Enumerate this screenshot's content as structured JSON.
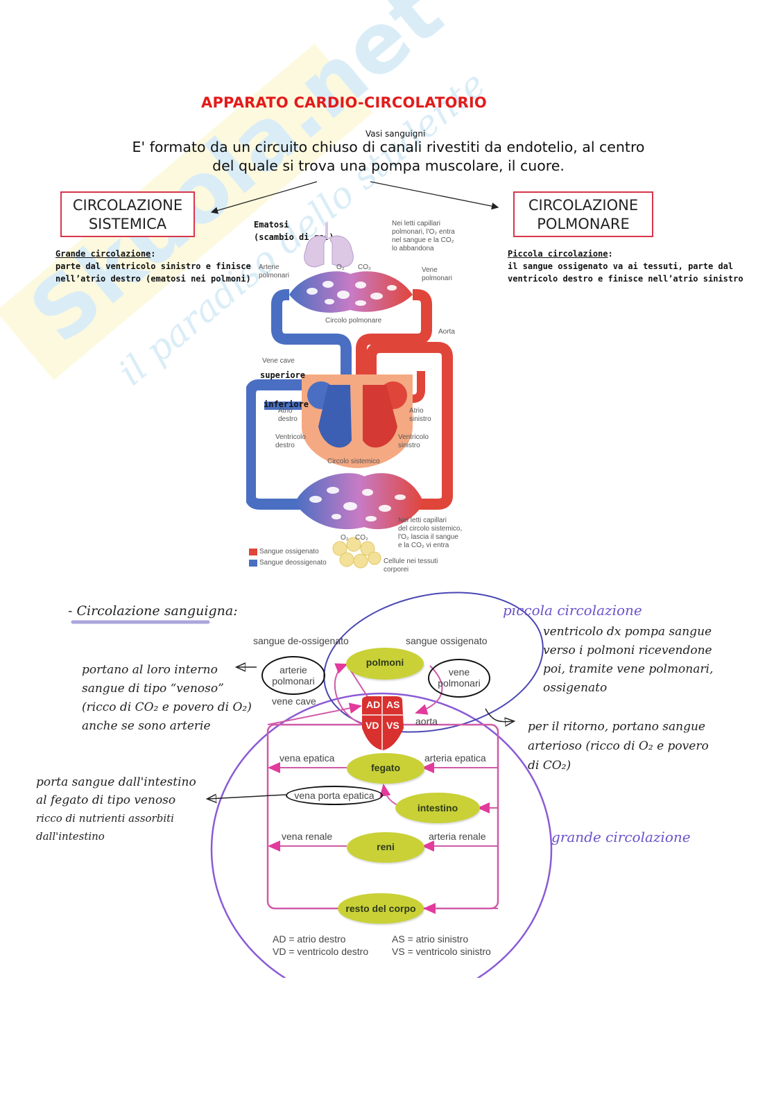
{
  "watermark": {
    "brand": "Skuola.net",
    "tagline": "il paradiso dello studente"
  },
  "header": {
    "title": "APPARATO CARDIO-CIRCOLATORIO",
    "annotation": "Vasi sanguigni",
    "intro_line1": "E' formato da un circuito chiuso di canali rivestiti da endotelio, al centro",
    "intro_line2": "del quale si trova una pompa muscolare, il cuore."
  },
  "boxes": {
    "sistemica": {
      "line1": "CIRCOLAZIONE",
      "line2": "SISTEMICA"
    },
    "polmonare": {
      "line1": "CIRCOLAZIONE",
      "line2": "POLMONARE"
    }
  },
  "notes": {
    "left": {
      "heading": "Grande circolazione",
      "line1": "parte dal ventricolo sinistro e finisce",
      "line2": "nell’atrio destro (ematosi nei polmoni)"
    },
    "right": {
      "heading": "Piccola circolazione",
      "line1": "il sangue ossigenato va ai tessuti, parte dal",
      "line2": "ventricolo destro e finisce nell’atrio sinistro"
    },
    "ematosi_line1": "Ematosi",
    "ematosi_line2": "(scambio di gas)"
  },
  "illustration": {
    "lungs_note": [
      "Nei letti capillari",
      "polmonari, l'O₂ entra",
      "nel sangue e la CO₂",
      "lo abbandona"
    ],
    "arterie_polmonari": [
      "Arterie",
      "polmonari"
    ],
    "vene_polmonari": [
      "Vene",
      "polmonari"
    ],
    "o2": "O₂",
    "co2": "CO₂",
    "circolo_polmonare": "Circolo polmonare",
    "aorta": "Aorta",
    "vene_cave": "Vene cave",
    "superiore": "superiore",
    "inferiore": "inferiore",
    "atrio_destro": [
      "Atrio",
      "destro"
    ],
    "atrio_sinistro": [
      "Atrio",
      "sinistro"
    ],
    "ventricolo_destro": [
      "Ventricolo",
      "destro"
    ],
    "ventricolo_sinistro": [
      "Ventricolo",
      "sinistro"
    ],
    "circolo_sistemico": "Circolo sistemico",
    "systemic_note": [
      "Nei letti capillari",
      "del circolo sistemico,",
      "l'O₂ lascia il sangue",
      "e la CO₂ vi entra"
    ],
    "cells_note": [
      "Cellule nei tessuti",
      "corporei"
    ],
    "legend": [
      {
        "label": "Sangue ossigenato",
        "color": "#e0453a"
      },
      {
        "label": "Sangue deossigenato",
        "color": "#4a6fc2"
      }
    ]
  },
  "handwritten": {
    "section_title": "Circolazione sanguigna:",
    "arterie_note": [
      "portano al loro interno",
      "sangue di tipo “venoso”",
      "(ricco di CO₂ e povero di O₂)",
      "anche se sono arterie"
    ],
    "piccola_title": "piccola circolazione",
    "piccola_note": [
      "ventricolo dx pompa sangue",
      "verso i polmoni ricevendone",
      "poi, tramite vene polmonari,",
      "ossigenato"
    ],
    "vene_note": [
      "per il ritorno, portano sangue",
      "arterioso (ricco di O₂ e povero",
      "di CO₂)"
    ],
    "porta_note": [
      "porta sangue dall'intestino",
      "al fegato di tipo venoso",
      "ricco di nutrienti assorbiti",
      "dall'intestino"
    ],
    "grande_title": "grande circolazione"
  },
  "scheme": {
    "deossigenato": "sangue de-ossigenato",
    "ossigenato": "sangue ossigenato",
    "polmoni": "polmoni",
    "arterie_polmonari": [
      "arterie",
      "polmonari"
    ],
    "vene_polmonari": [
      "vene",
      "polmonari"
    ],
    "vene_cave": "vene cave",
    "aorta": "aorta",
    "heart": {
      "ad": "AD",
      "as": "AS",
      "vd": "VD",
      "vs": "VS"
    },
    "vena_epatica": "vena epatica",
    "arteria_epatica": "arteria epatica",
    "fegato": "fegato",
    "vena_porta": "vena porta epatica",
    "intestino": "intestino",
    "vena_renale": "vena renale",
    "arteria_renale": "arteria renale",
    "reni": "reni",
    "resto": "resto del corpo",
    "legend": {
      "ad": "AD = atrio destro",
      "vd": "VD = ventricolo destro",
      "as": "AS = atrio sinistro",
      "vs": "VS = ventricolo sinistro"
    }
  },
  "colors": {
    "title_red": "#e21b1b",
    "box_border": "#d9344a",
    "oxygenated": "#e0453a",
    "deoxygenated": "#4a6fc2",
    "scheme_magenta": "#d0479e",
    "organ_yellow": "#c9d137",
    "hand_purple": "#6b52c9"
  }
}
